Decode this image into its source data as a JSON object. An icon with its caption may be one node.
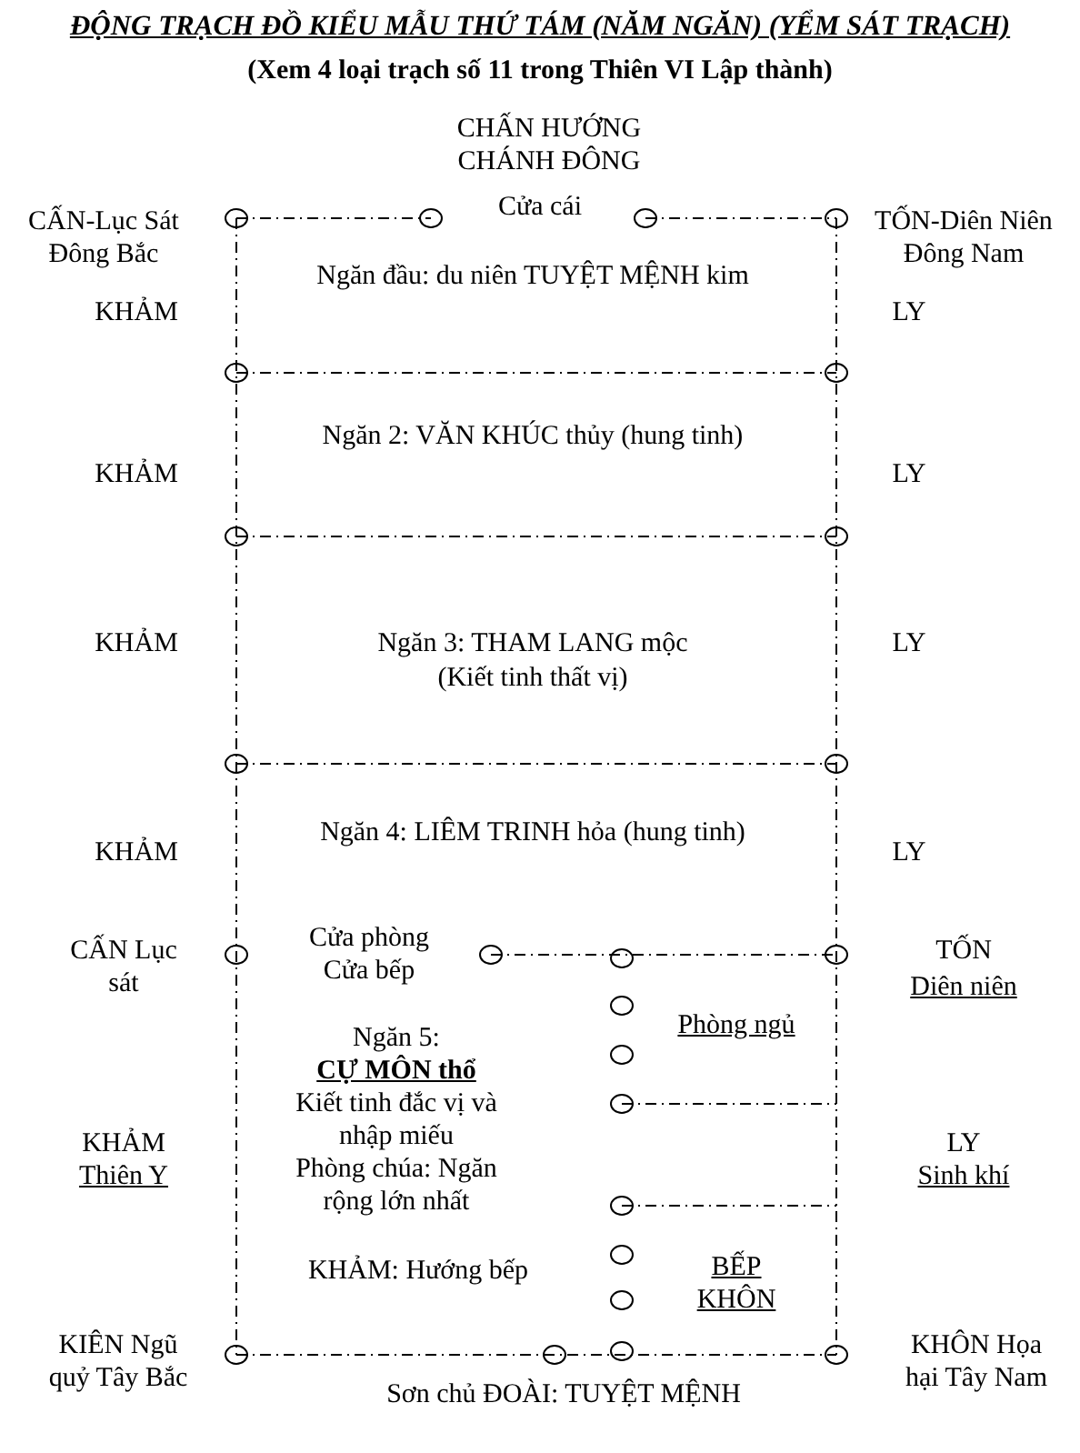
{
  "diagram": {
    "title": "ĐỘNG TRẠCH ĐỒ KIỂU MẪU THỨ TÁM (NĂM NGĂN) (YỂM SÁT TRẠCH)",
    "labels": [
      "(Xem 4 loại trạch số 11 trong Thiên VI Lập thành)",
      "CHẤN HƯỚNG CHÁNH ĐÔNG",
      "CẤN-Lục Sát Đông Bắc",
      "Cửa cái",
      "TỐN-Diên Niên Đông Nam",
      "Ngăn đầu: du niên TUYỆT MỆNH kim",
      "KHẢM",
      "LY",
      "Ngăn 2: VĂN KHÚC thủy (hung tinh)",
      "KHẢM",
      "LY",
      "Ngăn 3: THAM LANG mộc",
      "KHẢM",
      "LY",
      "(Kiết tinh thất vị)",
      "Ngăn 4: LIÊM TRINH hỏa (hung tinh)",
      "KHẢM",
      "LY",
      "Cửa phòng Cửa bếp",
      "CẤN Lục sát",
      "TỐN",
      "Diên niên",
      "Phòng ngủ",
      "Ngăn 5:",
      "CỰ MÔN thổ",
      "Kiết tinh đắc vị và nhập miếu",
      "KHẢM",
      "Thiên Y",
      "LY",
      "Sinh khí",
      "Phòng chúa: Ngăn rộng lớn nhất",
      "KHẢM: Hướng bếp",
      "BẾP KHÔN",
      "KIÊN Ngũ quỷ Tây Bắc",
      "KHÔN Họa hại Tây Nam",
      "Sơn chủ ĐOÀI: TUYỆT MỆNH"
    ]
  }
}
